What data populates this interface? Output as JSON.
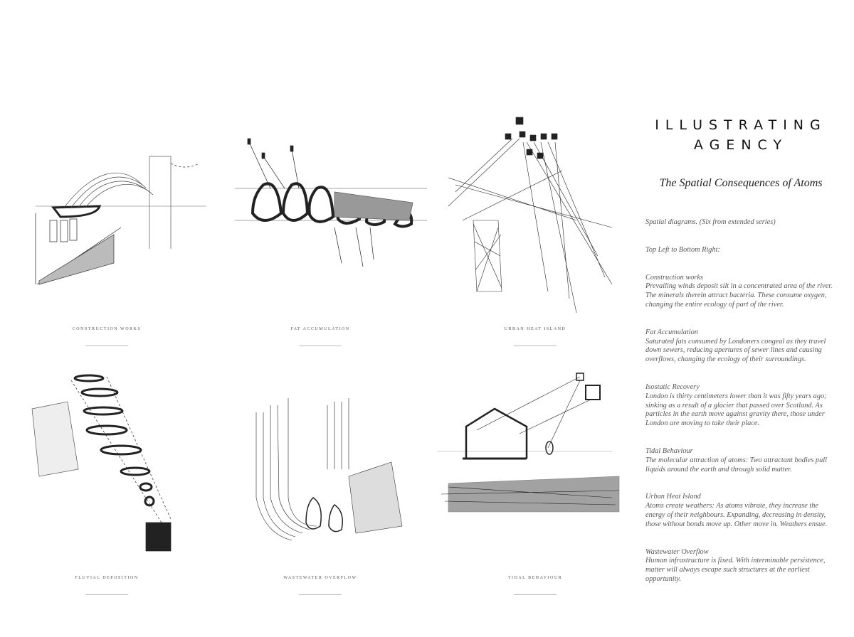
{
  "title": {
    "line1": "ILLUSTRATING",
    "line2": "AGENCY"
  },
  "subtitle": "The Spatial Consequences of Atoms",
  "intro": "Spatial diagrams. (Six from extended series)",
  "order": "Top Left to Bottom Right:",
  "entries": [
    {
      "heading": "Construction works",
      "body": "Prevailing winds deposit silt in a concentrated area of the river. The minerals therein attract bacteria. These consume oxygen, changing the entire ecology of part of the river."
    },
    {
      "heading": "Fat Accumulation",
      "body": "Saturated fats consumed by Londoners congeal as they travel down sewers, reducing apertures of sewer lines and causing overflows, changing the ecology of their surroundings."
    },
    {
      "heading": "Isostatic Recovery",
      "body": "London is thirty centimeters lower than it was fifty years ago; sinking as a result of a glacier that passed over Scotland. As particles in the earth move against gravity there, those under London are moving to take their place."
    },
    {
      "heading": "Tidal Behaviour",
      "body": "The molecular attraction of atoms: Two attractant bodies pull liquids around the earth and through solid matter."
    },
    {
      "heading": "Urban Heat Island",
      "body": "Atoms create weathers: As atoms vibrate, they increase the energy of their neighbours. Expanding, decreasing in density, those without bonds move up. Other move in. Weathers ensue."
    },
    {
      "heading": "Wastewater Overflow",
      "body": "Human infrastructure is fixed. With interminable persistence, matter will always escape such structures at the earliest opportunity."
    }
  ],
  "diagrams": [
    {
      "caption": "CONSTRUCTION WORKS"
    },
    {
      "caption": "FAT ACCUMULATION"
    },
    {
      "caption": "URBAN HEAT ISLAND"
    },
    {
      "caption": "FLUVIAL DEPOSITION"
    },
    {
      "caption": "WASTEWATER OVERFLOW"
    },
    {
      "caption": "TIDAL BEHAVIOUR"
    }
  ]
}
